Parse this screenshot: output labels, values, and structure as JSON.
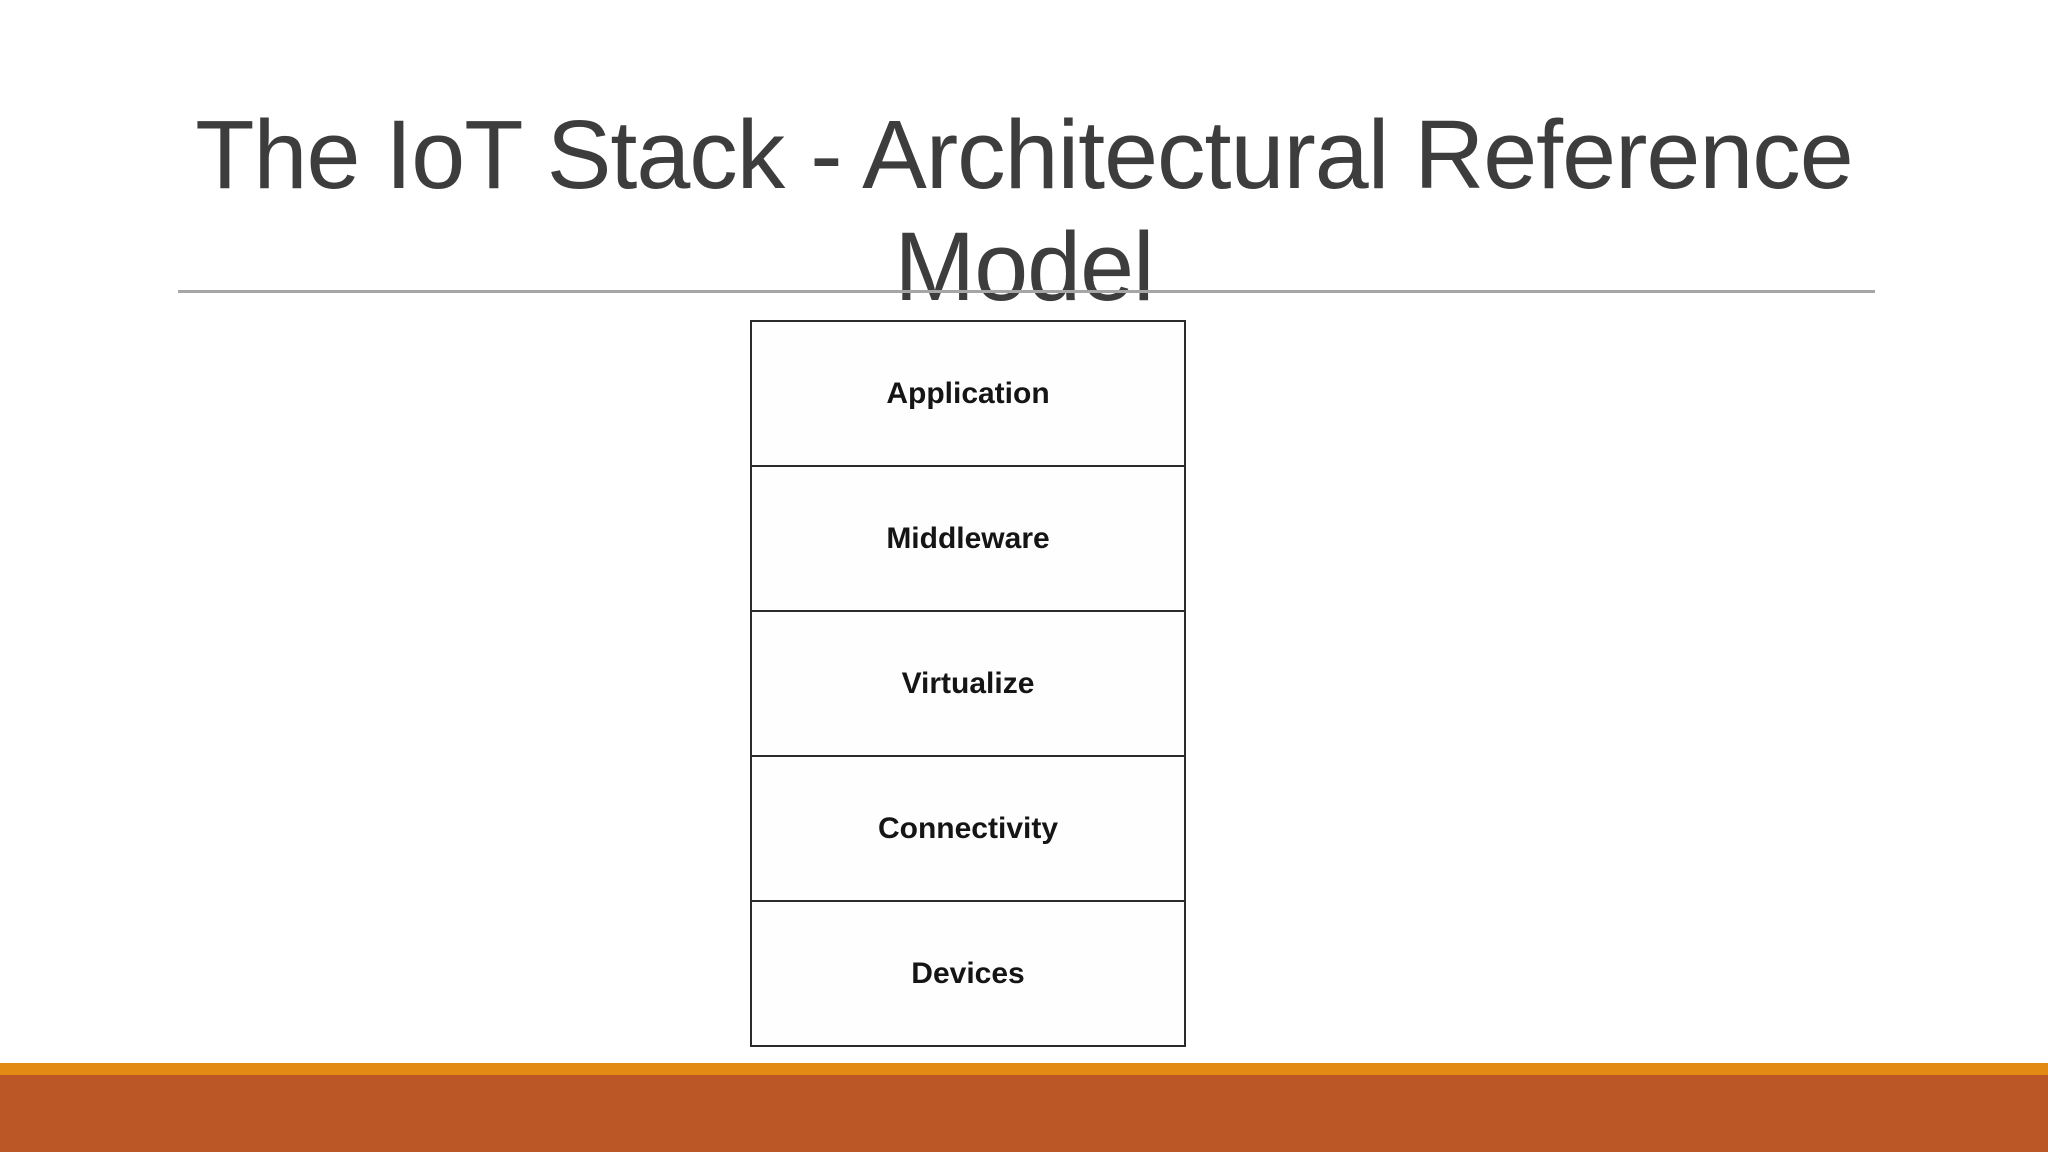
{
  "slide": {
    "title": {
      "full": "The IoT Stack - Architectural Reference Model",
      "line1": "The IoT Stack - Architectural Reference",
      "line2": "Model"
    },
    "stack": {
      "layers": [
        {
          "label": "Application"
        },
        {
          "label": "Middleware"
        },
        {
          "label": "Virtualize"
        },
        {
          "label": "Connectivity"
        },
        {
          "label": "Devices"
        }
      ]
    },
    "colors": {
      "background": "#FFFFFF",
      "title_text": "#3D3D3D",
      "title_divider": "#A6A6A6",
      "box_border": "#2B2B2B",
      "box_label": "#151515",
      "footer_stripe": "#E28A13",
      "footer_bar": "#BB5627"
    }
  }
}
